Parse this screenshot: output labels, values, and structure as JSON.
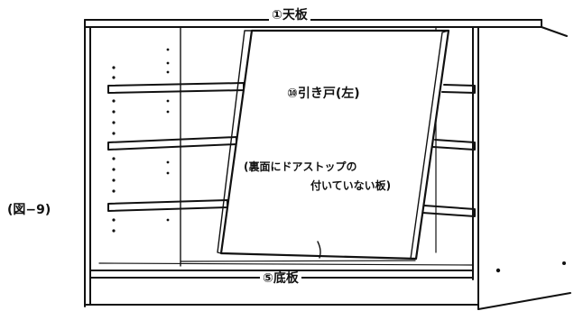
{
  "figure": {
    "label": "(図−9)"
  },
  "parts": {
    "top_board": "①天板",
    "bottom_board": "⑤底板",
    "sliding_door": "⑩引き戸(左)",
    "door_note_line1": "(裏面にドアストップの",
    "door_note_line2": "付いていない板)"
  }
}
